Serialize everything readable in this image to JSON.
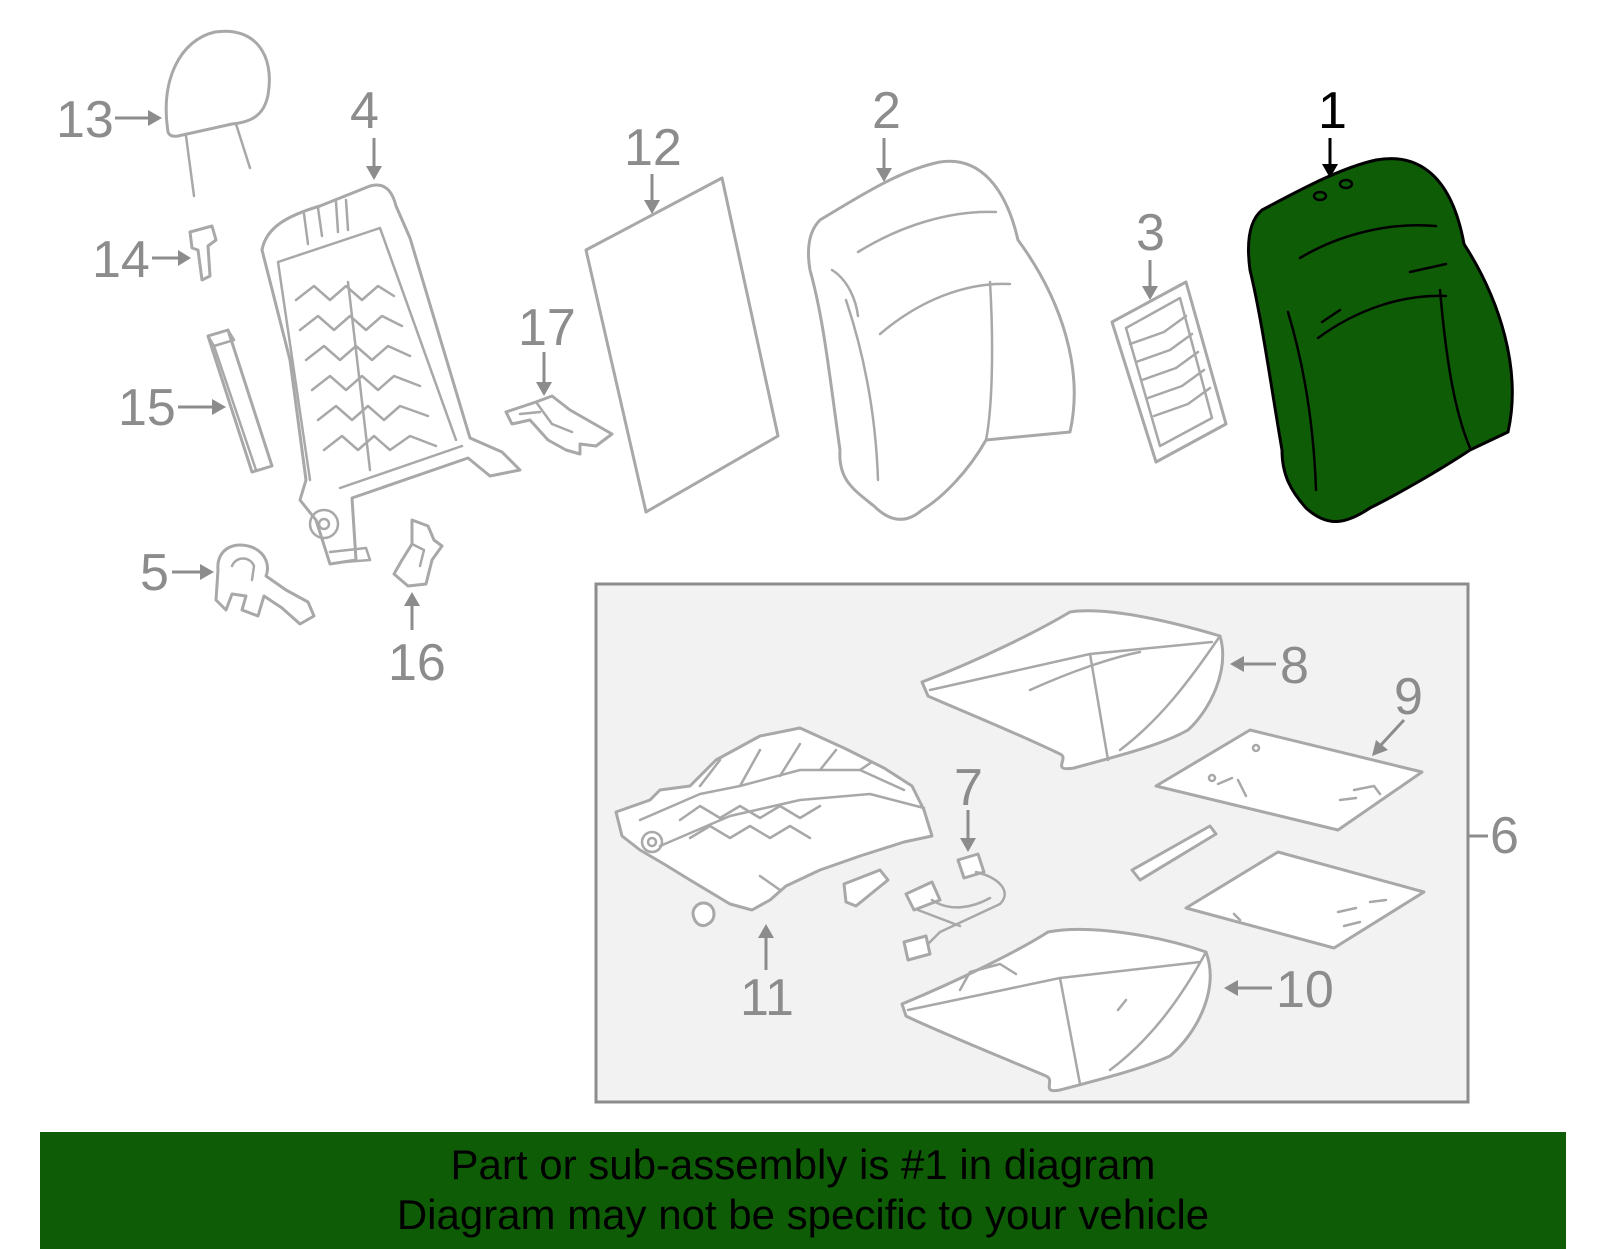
{
  "diagram": {
    "highlight_color": "#0f5c07",
    "callouts": {
      "c1": "1",
      "c2": "2",
      "c3": "3",
      "c4": "4",
      "c5": "5",
      "c6": "6",
      "c7": "7",
      "c8": "8",
      "c9": "9",
      "c10": "10",
      "c11": "11",
      "c12": "12",
      "c13": "13",
      "c14": "14",
      "c15": "15",
      "c16": "16",
      "c17": "17"
    }
  },
  "banner": {
    "line1": "Part or sub-assembly is #1 in diagram",
    "line2": "Diagram may not be specific to your vehicle",
    "background": "#0f5c07"
  }
}
